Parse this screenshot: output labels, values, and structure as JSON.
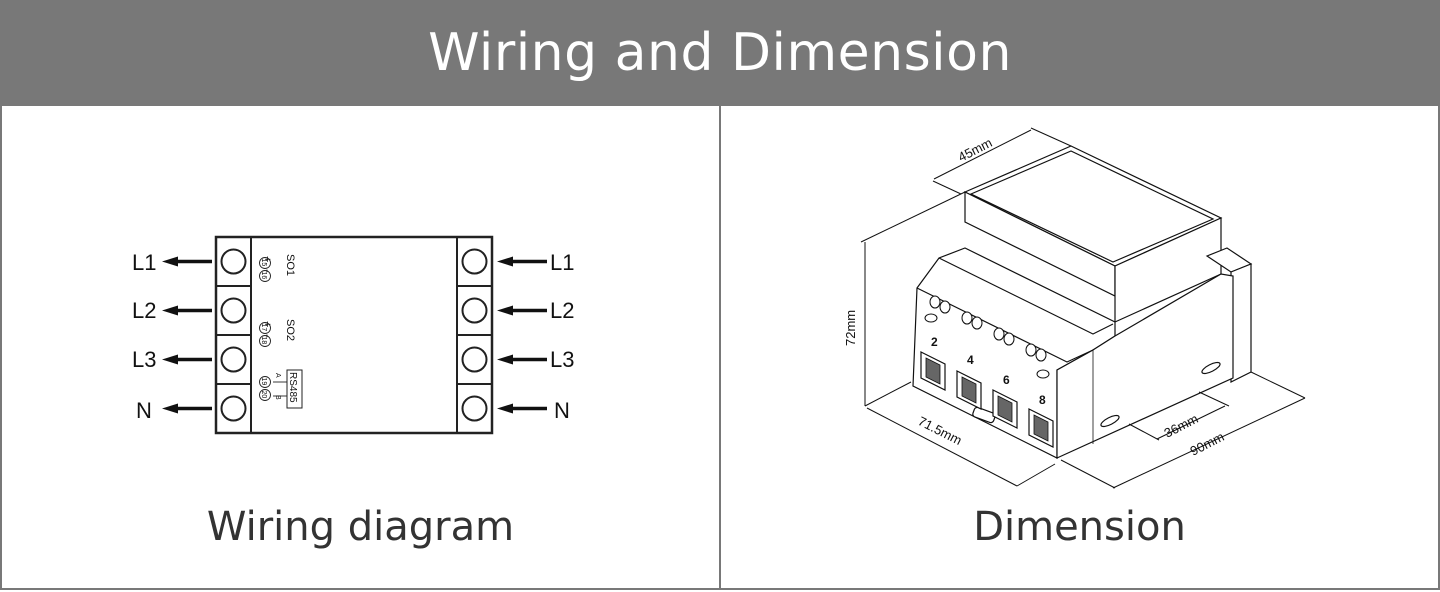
{
  "header": {
    "title": "Wiring and Dimension"
  },
  "wiring": {
    "caption": "Wiring diagram",
    "left_terminals": [
      "L1",
      "L2",
      "L3",
      "N"
    ],
    "right_terminals": [
      "L1",
      "L2",
      "L3",
      "N"
    ],
    "outputs": [
      {
        "name": "SO1",
        "pins": [
          {
            "num": "15",
            "sign": "+"
          },
          {
            "num": "16",
            "sign": "-"
          }
        ]
      },
      {
        "name": "SO2",
        "pins": [
          {
            "num": "17",
            "sign": "+"
          },
          {
            "num": "18",
            "sign": "-"
          }
        ]
      },
      {
        "name": "RS485",
        "pins": [
          {
            "num": "19",
            "sign": "A"
          },
          {
            "num": "20",
            "sign": "B"
          }
        ]
      }
    ]
  },
  "dimension": {
    "caption": "Dimension",
    "width_top": "45mm",
    "height": "72mm",
    "depth_front": "71.5mm",
    "rail_width": "36mm",
    "total_length": "90mm",
    "terminal_numbers": [
      "2",
      "4",
      "6",
      "8"
    ]
  }
}
